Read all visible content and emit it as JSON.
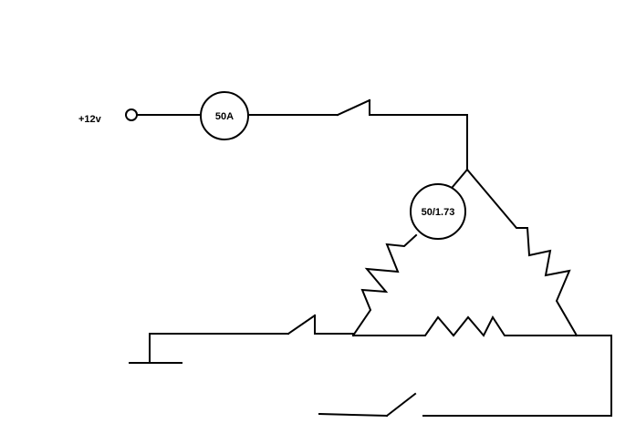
{
  "supply": {
    "label": "+12v"
  },
  "ammeter_main": {
    "label": "50A"
  },
  "ammeter_branch": {
    "label": "50/1.73"
  }
}
